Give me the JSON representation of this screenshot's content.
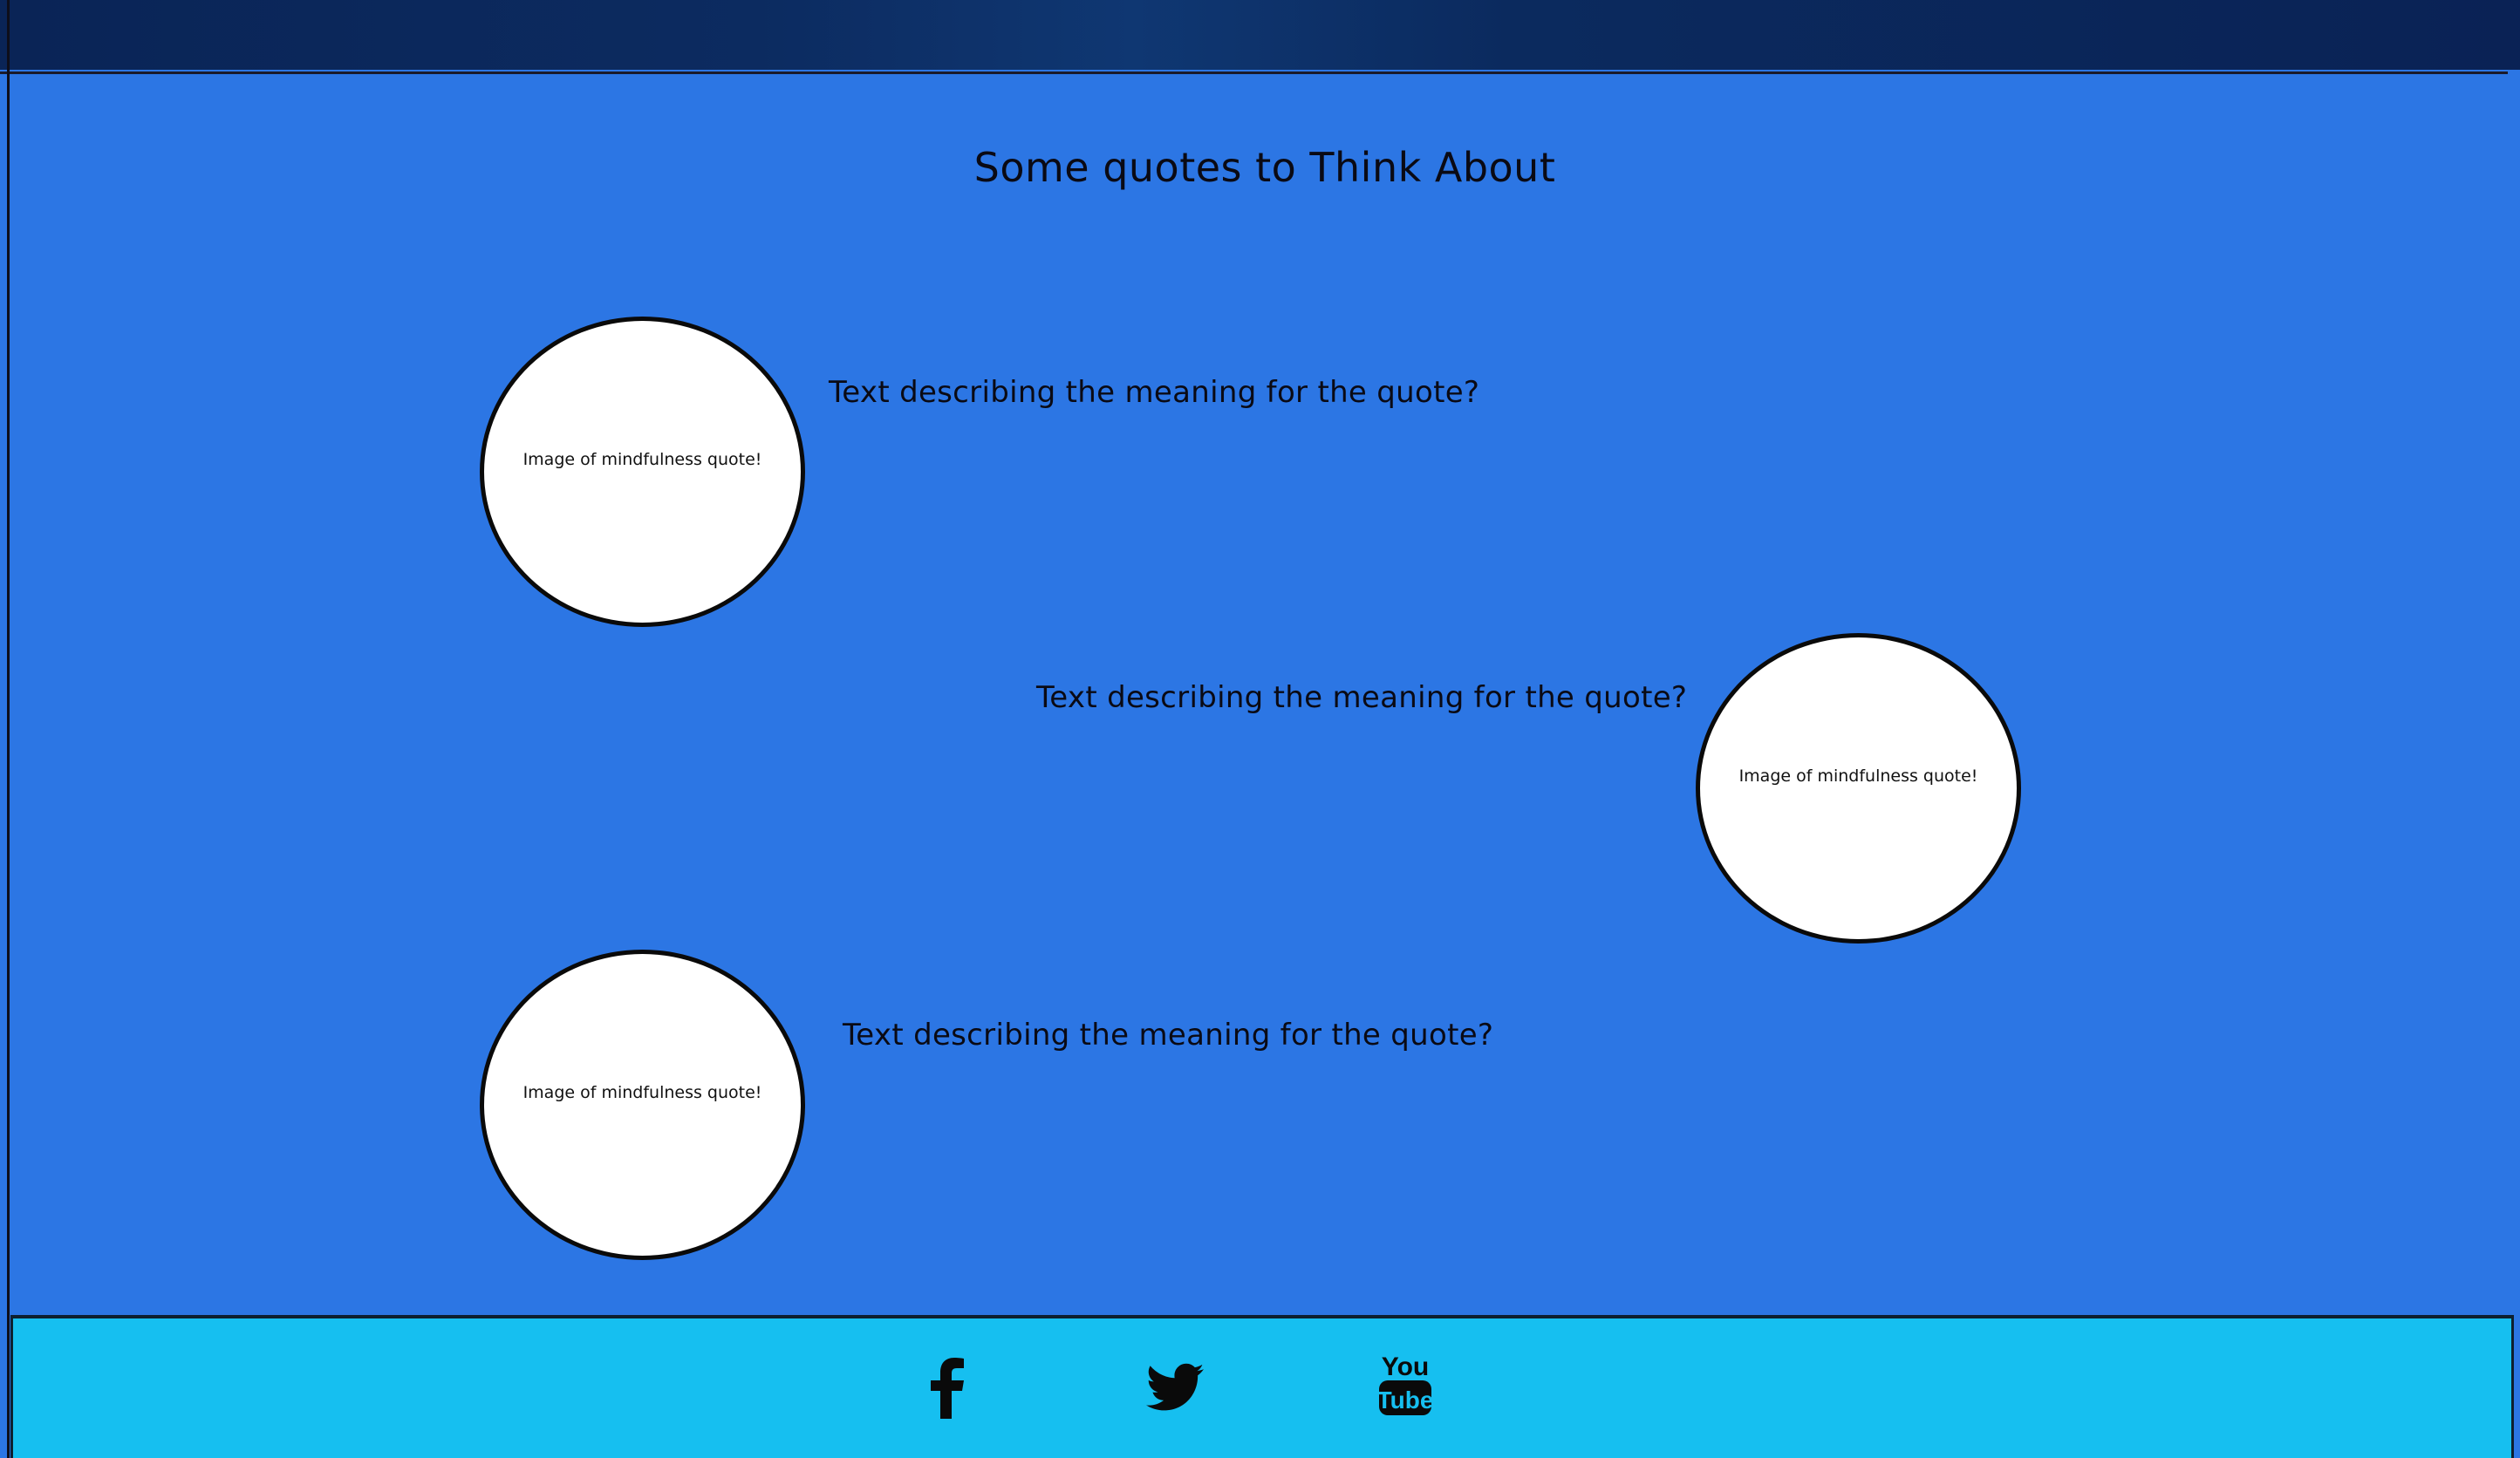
{
  "main": {
    "title": "Some quotes to Think About",
    "quotes": [
      {
        "image_label": "Image of mindfulness quote!",
        "text": "Text describing the meaning for the quote?"
      },
      {
        "image_label": "Image of mindfulness quote!",
        "text": "Text describing the meaning for the quote?"
      },
      {
        "image_label": "Image of mindfulness quote!",
        "text": "Text describing the meaning for the quote?"
      }
    ]
  },
  "footer": {
    "social": [
      {
        "icon": "facebook-icon"
      },
      {
        "icon": "twitter-icon"
      },
      {
        "icon": "youtube-icon",
        "text_top": "You",
        "text_bottom": "Tube"
      }
    ]
  },
  "colors": {
    "banner": "#0a2456",
    "main_bg": "#2c76e4",
    "footer_bg": "#16bff0"
  }
}
